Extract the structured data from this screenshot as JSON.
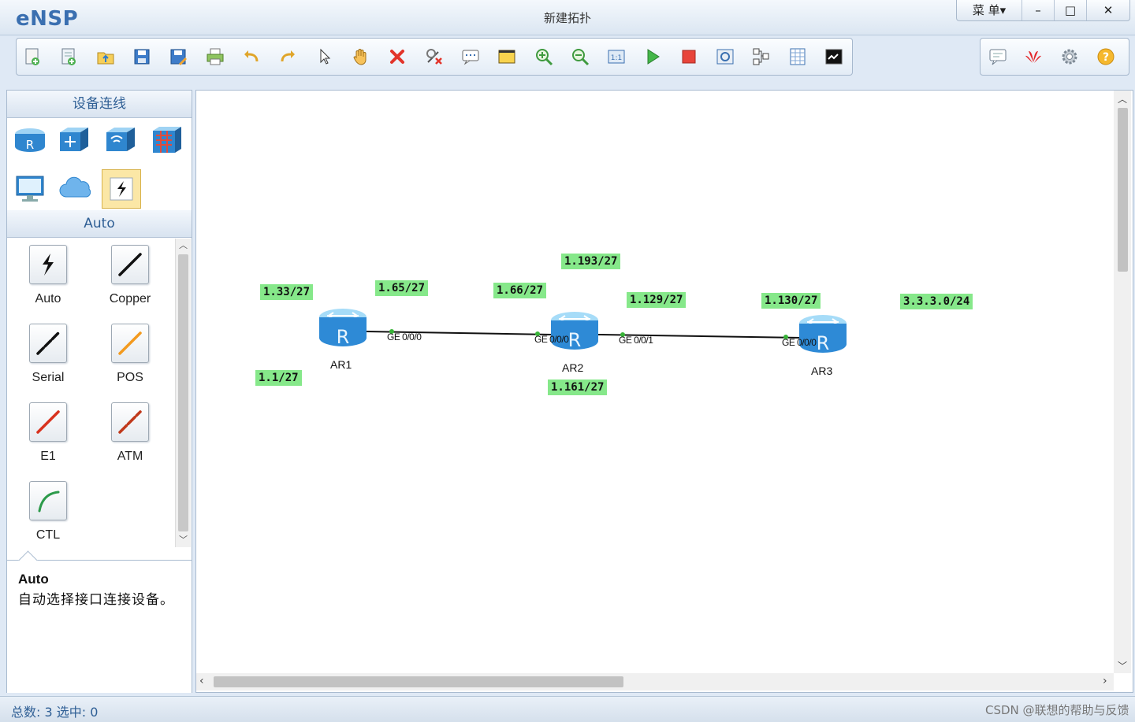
{
  "app": {
    "logo": "eNSP",
    "window_title": "新建拓扑"
  },
  "window_controls": {
    "menu": "菜 单▾",
    "minimize": "–",
    "maximize": "□",
    "close": "✕"
  },
  "toolbar": {
    "icons": [
      "new-topology-icon",
      "new-lab-icon",
      "open-icon",
      "save-icon",
      "save-as-icon",
      "print-icon",
      "undo-icon",
      "redo-icon",
      "select-icon",
      "pan-hand-icon",
      "delete-icon",
      "delete-link-icon",
      "text-note-icon",
      "shape-icon",
      "zoom-in-icon",
      "zoom-out-icon",
      "fit-view-icon",
      "start-devices-icon",
      "stop-devices-icon",
      "capture-icon",
      "topology-icon",
      "grid-icon",
      "cli-icon"
    ],
    "right_icons": [
      "chat-icon",
      "huawei-icon",
      "settings-icon",
      "help-icon"
    ]
  },
  "left_panel": {
    "header": "设备连线",
    "device_categories": [
      "router-category-icon",
      "switch-category-icon",
      "wlan-category-icon",
      "firewall-category-icon",
      "pc-category-icon",
      "cloud-category-icon",
      "cable-category-icon"
    ],
    "sub_header": "Auto",
    "cables": [
      {
        "label": "Auto",
        "icon": "auto-cable-icon",
        "color": "#111111"
      },
      {
        "label": "Copper",
        "icon": "copper-cable-icon",
        "color": "#111111"
      },
      {
        "label": "Serial",
        "icon": "serial-cable-icon",
        "color": "#111111"
      },
      {
        "label": "POS",
        "icon": "pos-cable-icon",
        "color": "#f39a1e"
      },
      {
        "label": "E1",
        "icon": "e1-cable-icon",
        "color": "#d8321e"
      },
      {
        "label": "ATM",
        "icon": "atm-cable-icon",
        "color": "#c0391b"
      },
      {
        "label": "CTL",
        "icon": "ctl-cable-icon",
        "color": "#2c9a4a"
      }
    ],
    "description": {
      "title": "Auto",
      "text": "自动选择接口连接设备。"
    }
  },
  "topology": {
    "routers": [
      {
        "name": "AR1"
      },
      {
        "name": "AR2"
      },
      {
        "name": "AR3"
      }
    ],
    "ports": [
      "GE 0/0/0",
      "GE 0/0/0",
      "GE 0/0/1",
      "GE 0/0/0"
    ],
    "ip_labels": [
      "1.33/27",
      "1.65/27",
      "1.66/27",
      "1.193/27",
      "1.129/27",
      "1.130/27",
      "3.3.3.0/24",
      "1.1/27",
      "1.161/27"
    ]
  },
  "status": {
    "text": "总数: 3 选中: 0",
    "watermark": "CSDN @联想的帮助与反馈"
  }
}
